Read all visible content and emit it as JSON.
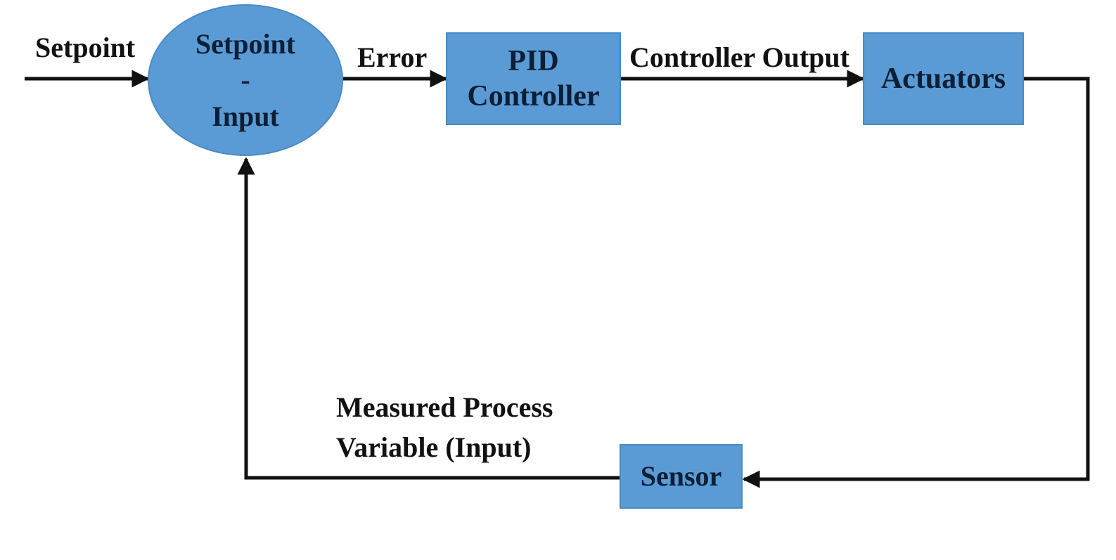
{
  "diagram": {
    "input_label": "Setpoint",
    "summing_junction": {
      "line1": "Setpoint",
      "line2": "-",
      "line3": "Input"
    },
    "error_label": "Error",
    "pid": {
      "line1": "PID",
      "line2": "Controller"
    },
    "controller_output_label": "Controller Output",
    "actuators": "Actuators",
    "sensor": "Sensor",
    "feedback_label": {
      "line1": "Measured Process",
      "line2": "Variable (Input)"
    },
    "colors": {
      "block_fill": "#5b9bd5",
      "wire": "#111111",
      "text": "#0c1f36"
    }
  }
}
